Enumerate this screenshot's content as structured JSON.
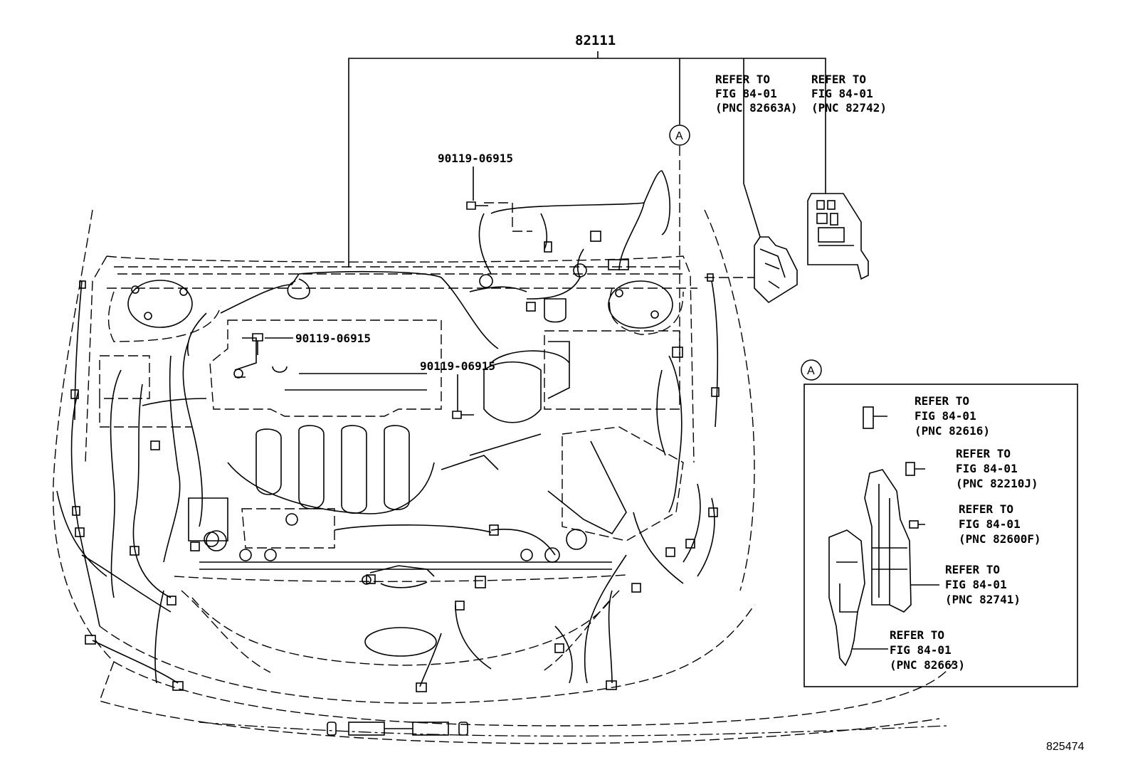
{
  "main_part_number": "82111",
  "bolt_part_number": "90119-06915",
  "callout_letter": "A",
  "refer_text": "REFER TO",
  "fig_text": "FIG 84-01",
  "top_refs": [
    {
      "pnc": "(PNC 82663A)"
    },
    {
      "pnc": "(PNC 82742)"
    }
  ],
  "detail_refs": [
    {
      "pnc": "(PNC 82616)"
    },
    {
      "pnc": "(PNC 82210J)"
    },
    {
      "pnc": "(PNC 82600F)"
    },
    {
      "pnc": "(PNC 82741)"
    },
    {
      "pnc": "(PNC 82663)"
    }
  ],
  "diagram_id": "825474"
}
